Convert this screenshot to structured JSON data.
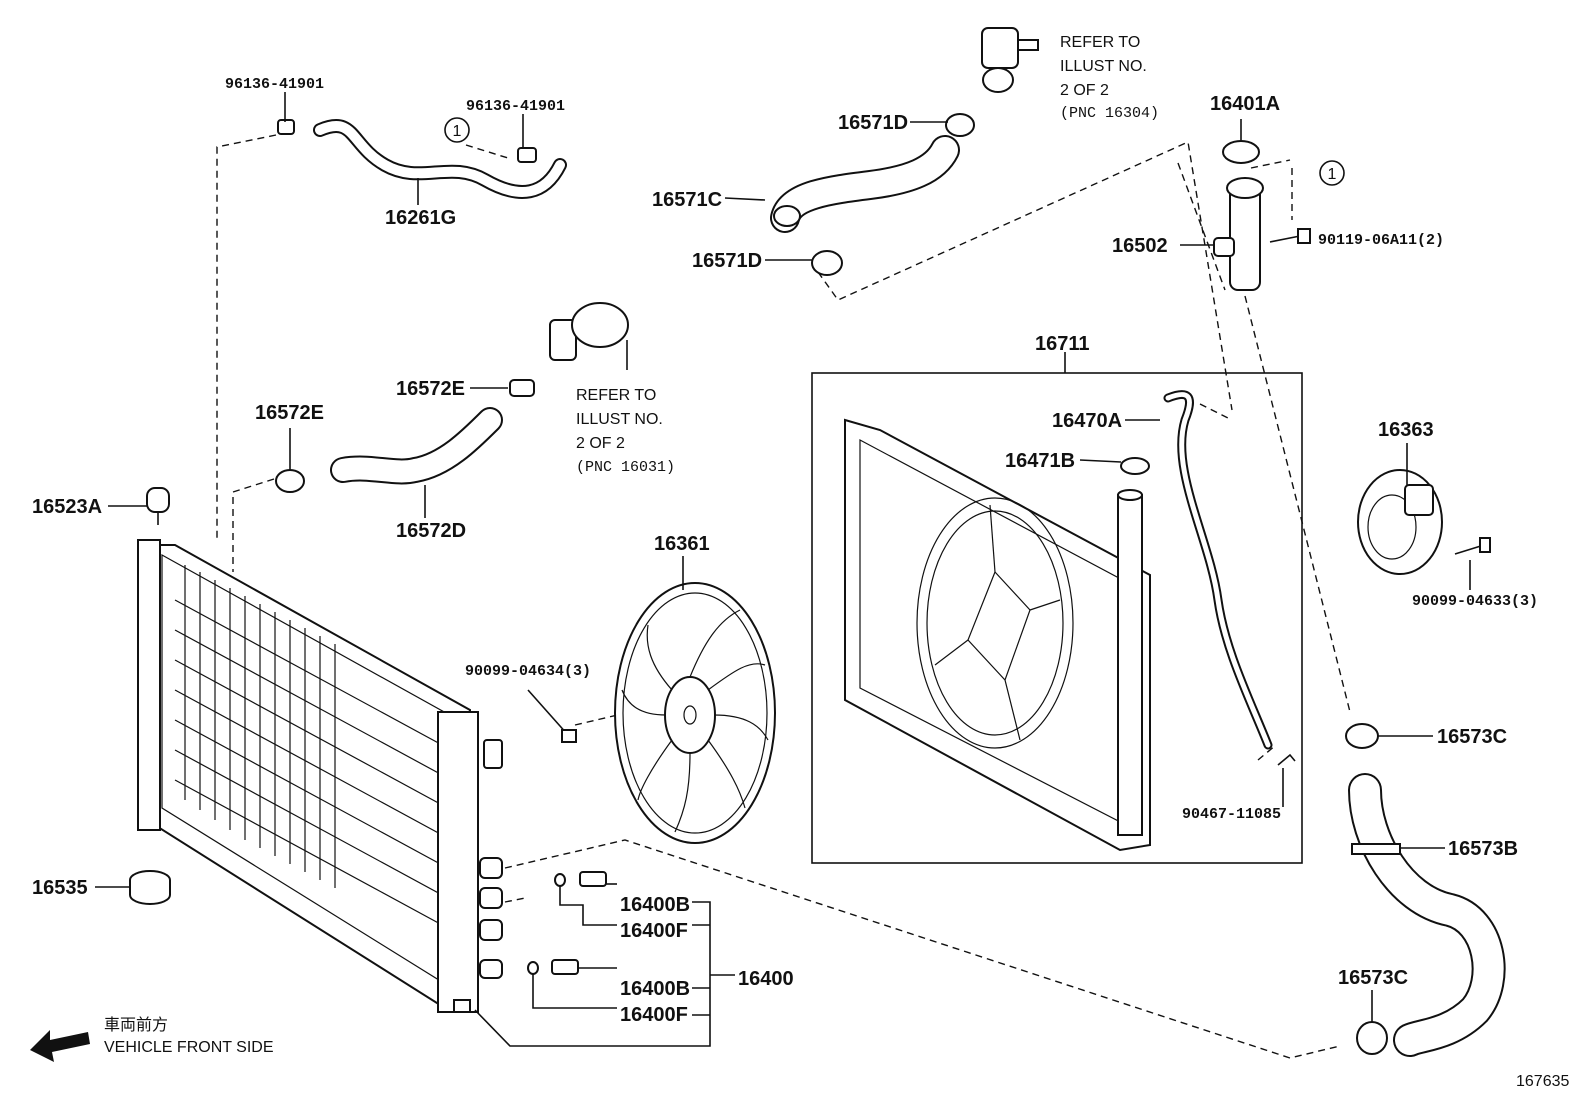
{
  "labels": {
    "p96136_a": "96136-41901",
    "p96136_b": "96136-41901",
    "p16261g": "16261G",
    "p16571d_top": "16571D",
    "p16571c": "16571C",
    "p16571d_bot": "16571D",
    "p16401a": "16401A",
    "p16502": "16502",
    "p90119": "90119-06A11(2)",
    "p16711": "16711",
    "p16470a": "16470A",
    "p16471b": "16471B",
    "p16572e_top": "16572E",
    "p16572e_left": "16572E",
    "p16572d": "16572D",
    "p16523a": "16523A",
    "p16361": "16361",
    "p16363": "16363",
    "p90099_04633": "90099-04633(3)",
    "p90099_04634": "90099-04634(3)",
    "p16573c_top": "16573C",
    "p16573b": "16573B",
    "p16573c_bot": "16573C",
    "p90467": "90467-11085",
    "p16535": "16535",
    "p16400b_1": "16400B",
    "p16400f_1": "16400F",
    "p16400": "16400",
    "p16400b_2": "16400B",
    "p16400f_2": "16400F"
  },
  "circle_ref": "1",
  "notes": {
    "refer_top": [
      "REFER TO",
      "ILLUST NO.",
      "2 OF 2",
      "(PNC 16304)"
    ],
    "refer_mid": [
      "REFER TO",
      "ILLUST NO.",
      "2 OF 2",
      "(PNC 16031)"
    ]
  },
  "direction": {
    "jp": "車両前方",
    "en": "VEHICLE FRONT SIDE"
  },
  "figure_id": "167635"
}
